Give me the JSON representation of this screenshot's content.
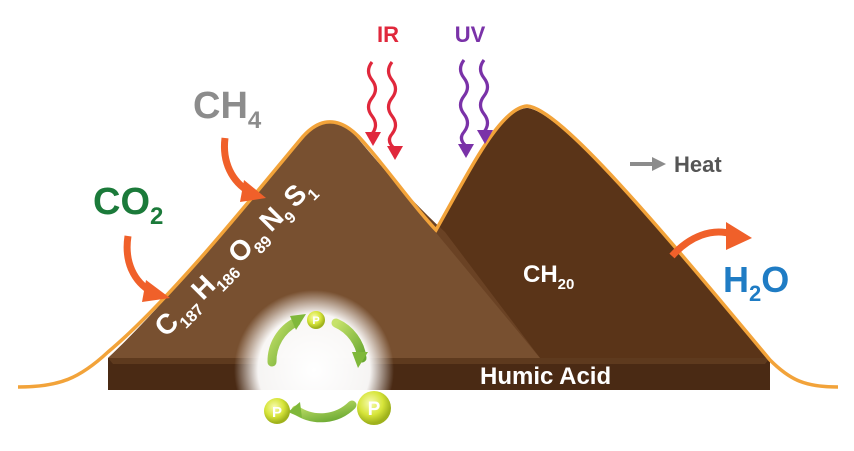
{
  "labels": {
    "ir": "IR",
    "uv": "UV",
    "ch4_main": "CH",
    "ch4_sub": "4",
    "co2_main": "CO",
    "co2_sub": "2",
    "heat": "Heat",
    "h2o_h": "H",
    "h2o_sub": "2",
    "h2o_o": "O",
    "ch20_main": "CH",
    "ch20_sub": "20",
    "humic_acid": "Humic Acid",
    "phosphorus": "P"
  },
  "formula": [
    {
      "el": "C",
      "sub": "187"
    },
    {
      "el": "H",
      "sub": "186"
    },
    {
      "el": "O",
      "sub": "89"
    },
    {
      "el": "N",
      "sub": "9"
    },
    {
      "el": "S",
      "sub": "1"
    }
  ],
  "colors": {
    "ir": "#e0283c",
    "uv": "#7a32a8",
    "ch4": "#8c8c8c",
    "co2": "#1b7a3a",
    "h2o": "#1f7cc4",
    "arrow_orange": "#f0602a",
    "outline": "#f2a33a",
    "soil_dark": "#5a3418",
    "soil_base": "#4a2a14",
    "soil_light": "#7a5232",
    "cycle_green": "#8cc63f",
    "p_ball": "#d7e53a"
  }
}
